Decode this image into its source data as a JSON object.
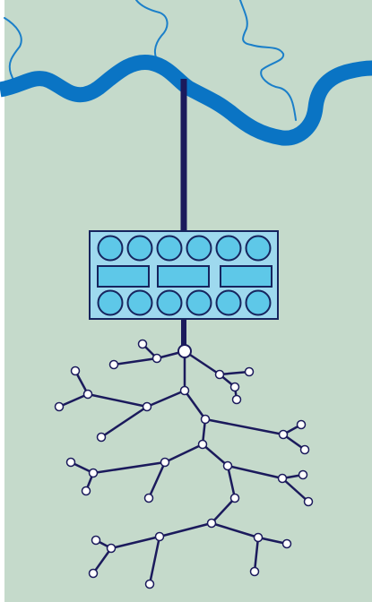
{
  "diagram": {
    "colors": {
      "background": "#c5dacb",
      "river": "#0a74c4",
      "tributary": "#1b7fc9",
      "pipe": "#1b1a5c",
      "facility_fill": "#9ed9ee",
      "facility_stroke": "#16245e",
      "tank_fill": "#5ec8e8",
      "node_fill": "#ffffff"
    },
    "facility": {
      "tanks_per_row": 6,
      "tank_rows": 2,
      "basins": 3
    },
    "network": {
      "node_count": 36
    }
  }
}
